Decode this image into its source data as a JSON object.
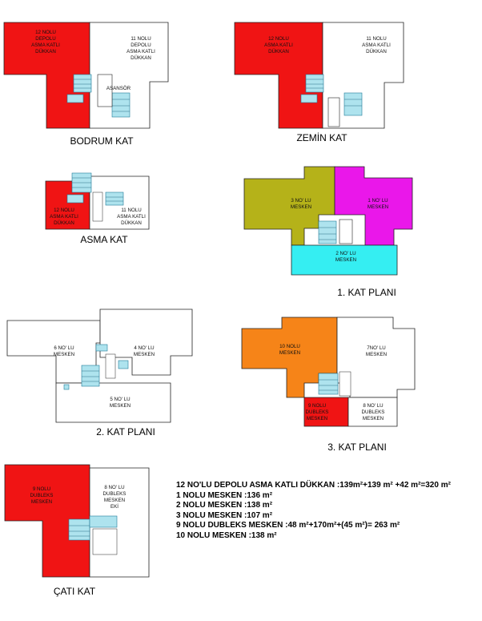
{
  "plans": {
    "bodrum": {
      "title": "BODRUM KAT",
      "left_unit": [
        "12 NOLU",
        "DEPOLU",
        "ASMA KATLI",
        "DÜKKAN"
      ],
      "right_unit": [
        "11 NOLU",
        "DEPOLU",
        "ASMA KATLI",
        "DÜKKAN"
      ],
      "elevator": "ASANSÖR"
    },
    "zemin": {
      "title": "ZEMİN  KAT",
      "left_unit": [
        "12 NOLU",
        "ASMA KATLI",
        "DÜKKAN"
      ],
      "right_unit": [
        "11 NOLU",
        "ASMA KATLI",
        "DÜKKAN"
      ]
    },
    "asma": {
      "title": "ASMA  KAT",
      "left_unit": [
        "12 NOLU",
        "ASMA KATLI",
        "DÜKKAN"
      ],
      "right_unit": [
        "11 NOLU",
        "ASMA KATLI",
        "DÜKKAN"
      ]
    },
    "kat1": {
      "title": "1. KAT PLANI",
      "unit_3": [
        "3 NO' LU",
        "MESKEN"
      ],
      "unit_1": [
        "1 NO' LU",
        "MESKEN"
      ],
      "unit_2": [
        "2 NO' LU",
        "MESKEN"
      ]
    },
    "kat2": {
      "title": "2. KAT PLANI",
      "unit_6": [
        "6 NO' LU",
        "MESKEN"
      ],
      "unit_4": [
        "4 NO' LU",
        "MESKEN"
      ],
      "unit_5": [
        "5 NO' LU",
        "MESKEN"
      ]
    },
    "kat3": {
      "title": "3. KAT PLANI",
      "unit_10": [
        "10 NOLU",
        "MESKEN"
      ],
      "unit_7": [
        "7NO' LU",
        "MESKEN"
      ],
      "unit_9": [
        "9 NOLU",
        "DUBLEKS",
        "MESKEN"
      ],
      "unit_8": [
        "8 NO' LU",
        "DUBLEKS",
        "MESKEN"
      ]
    },
    "cati": {
      "title": "ÇATI KAT",
      "unit_9": [
        "9 NOLU",
        "DUBLEKS",
        "MESKEN"
      ],
      "unit_8": [
        "8 NO' LU",
        "DUBLEKS",
        "MESKEN",
        "EKİ"
      ]
    }
  },
  "summary": [
    "12 NO'LU DEPOLU ASMA KATLI  DÜKKAN :139m²+139 m² +42 m²=320 m²",
    "1 NOLU MESKEN  :136 m²",
    "2 NOLU MESKEN  :138 m²",
    "3 NOLU MESKEN  :107 m²",
    "9 NOLU  DUBLEKS MESKEN  :48 m²+170m²+(45 m²)= 263 m²",
    "10 NOLU MESKEN  :138 m²"
  ],
  "colors": {
    "red": "#f01414",
    "olive": "#b5b219",
    "magenta": "#ea17ea",
    "cyan": "#35eef2",
    "orange": "#f68418",
    "stair": "#aee3ee",
    "outline": "#222222"
  }
}
